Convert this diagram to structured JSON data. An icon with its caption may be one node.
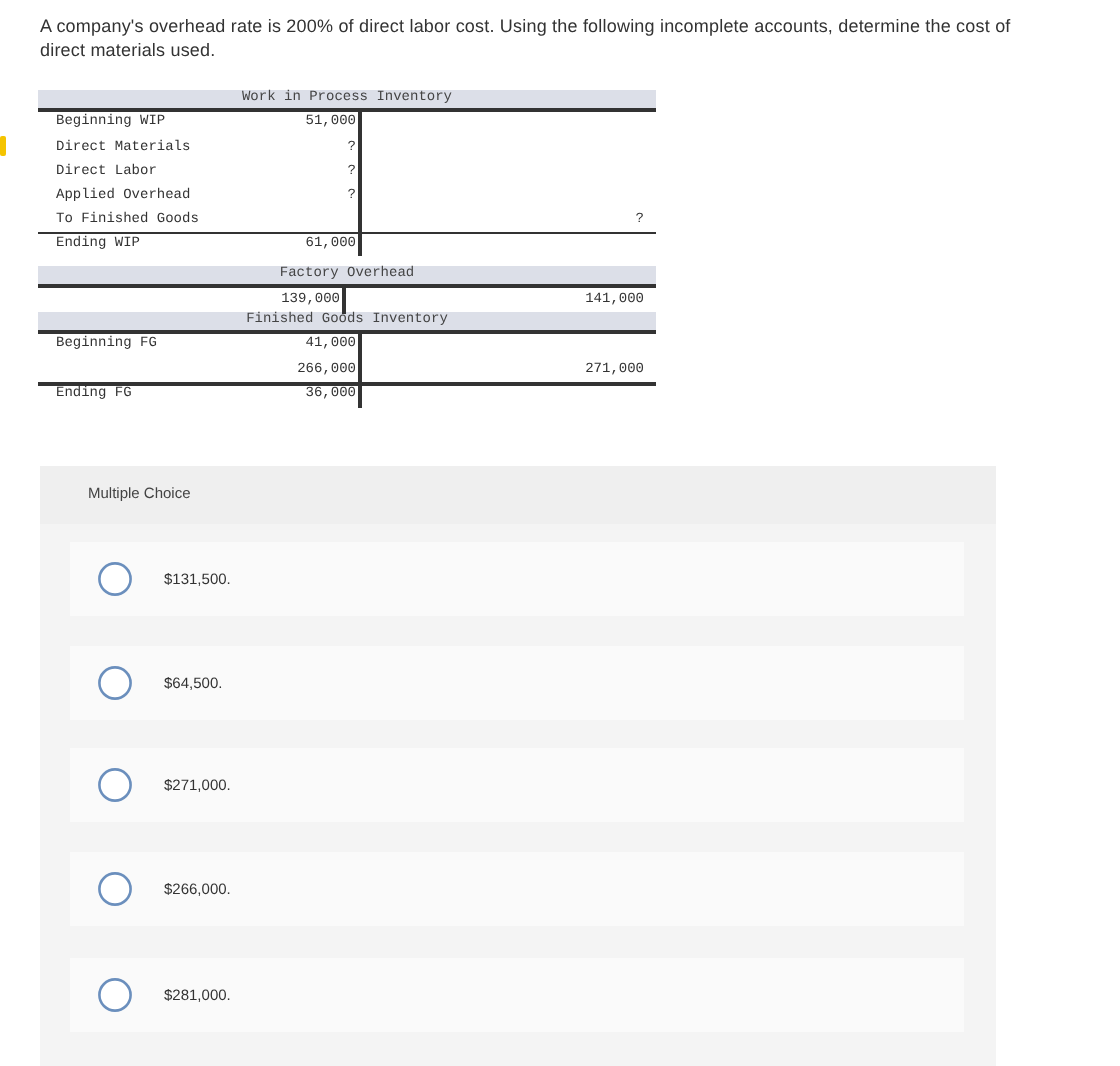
{
  "diagram": {
    "title": "A company's overhead rate is 200% of direct labor cost. Using the following incomplete accounts, determine the cost of direct materials used.",
    "nodes": [
      {
        "text": [
          "Multiple Choice"
        ]
      },
      {
        "text": [
          "$131,500."
        ],
        "in": 0
      },
      {
        "text": [
          "$64,500."
        ],
        "in": 0
      },
      {
        "text": [
          "$271,000."
        ],
        "in": 0
      },
      {
        "text": [
          "$266,000."
        ],
        "in": 0
      },
      {
        "text": [
          "$281,000."
        ],
        "in": 0
      }
    ],
    "labels": [
      "Work in Process Inventory",
      "Beginning WIP",
      "51,000",
      "Direct Materials",
      "?",
      "Direct Labor",
      "?",
      "Applied Overhead",
      "?",
      "To Finished Goods",
      "?",
      "Ending WIP",
      "61,000",
      "Factory Overhead",
      "139,000",
      "141,000",
      "Finished Goods Inventory",
      "Beginning FG",
      "41,000",
      "266,000",
      "271,000",
      "Ending FG",
      "36,000"
    ]
  }
}
